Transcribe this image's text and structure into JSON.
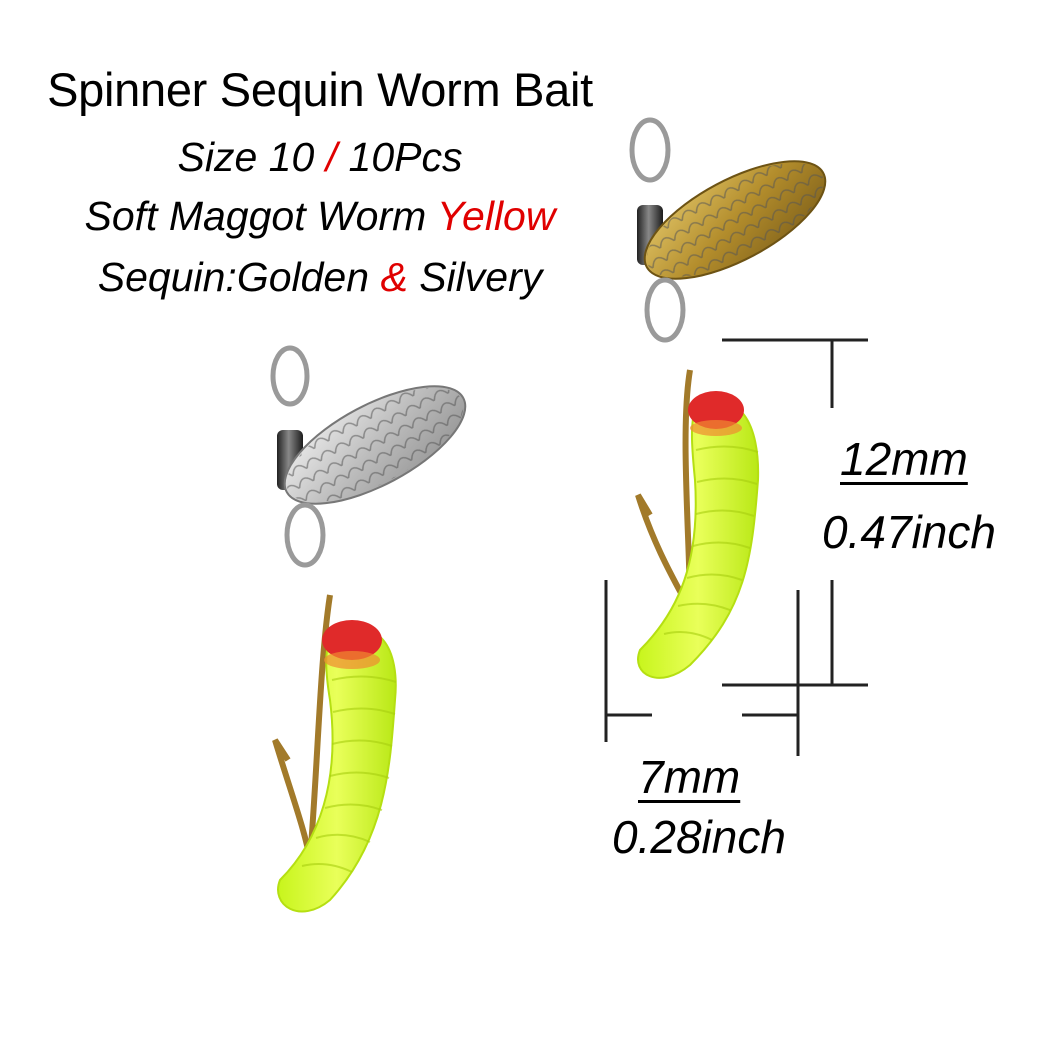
{
  "product": {
    "title": "Spinner Sequin Worm Bait",
    "size_line": {
      "size": "Size 10",
      "sep": "/",
      "count": "10Pcs"
    },
    "worm_line": {
      "prefix": "Soft Maggot Worm",
      "color": "Yellow"
    },
    "sequin_line": {
      "prefix": "Sequin:Golden",
      "amp": "&",
      "suffix": "Silvery"
    }
  },
  "dimensions": {
    "length": {
      "metric": "12mm",
      "imperial": "0.47inch"
    },
    "width": {
      "metric": "7mm",
      "imperial": "0.28inch"
    }
  },
  "colors": {
    "accent_red": "#e00000",
    "worm": "#d8ff2a",
    "worm_head": "#e02a2a",
    "gold_blade": "#b8952e",
    "silver_blade": "#c9c9c9"
  },
  "icons": [
    "silver-spinner-lure",
    "gold-spinner-lure",
    "dimension-lines"
  ]
}
